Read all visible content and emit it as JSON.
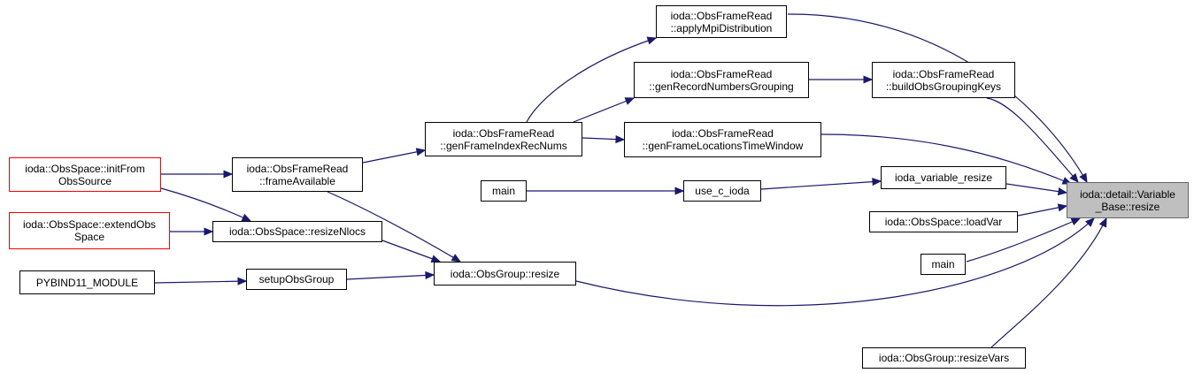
{
  "colors": {
    "edge": "#191970",
    "border": "#000000",
    "truncated": "#ff0000",
    "root_fill": "#bfbfbf"
  },
  "nodes": [
    {
      "id": "root",
      "lines": [
        "ioda::detail::Variable",
        "_Base::resize"
      ]
    },
    {
      "id": "applyMpi",
      "lines": [
        "ioda::ObsFrameRead",
        "::applyMpiDistribution"
      ]
    },
    {
      "id": "genRecGroup",
      "lines": [
        "ioda::ObsFrameRead",
        "::genRecordNumbersGrouping"
      ]
    },
    {
      "id": "buildKeys",
      "lines": [
        "ioda::ObsFrameRead",
        "::buildObsGroupingKeys"
      ]
    },
    {
      "id": "genFrameIdx",
      "lines": [
        "ioda::ObsFrameRead",
        "::genFrameIndexRecNums"
      ]
    },
    {
      "id": "genFrameLoc",
      "lines": [
        "ioda::ObsFrameRead",
        "::genFrameLocationsTimeWindow"
      ]
    },
    {
      "id": "frameAvail",
      "lines": [
        "ioda::ObsFrameRead",
        "::frameAvailable"
      ]
    },
    {
      "id": "initFrom",
      "lines": [
        "ioda::ObsSpace::initFrom",
        "ObsSource"
      ]
    },
    {
      "id": "extendObs",
      "lines": [
        "ioda::ObsSpace::extendObs",
        "Space"
      ]
    },
    {
      "id": "resizeNlocs",
      "lines": [
        "ioda::ObsSpace::resizeNlocs"
      ]
    },
    {
      "id": "main1",
      "lines": [
        "main"
      ]
    },
    {
      "id": "useC",
      "lines": [
        "use_c_ioda"
      ]
    },
    {
      "id": "iodaVarResize",
      "lines": [
        "ioda_variable_resize"
      ]
    },
    {
      "id": "loadVar",
      "lines": [
        "ioda::ObsSpace::loadVar"
      ]
    },
    {
      "id": "main2",
      "lines": [
        "main"
      ]
    },
    {
      "id": "pybind",
      "lines": [
        "PYBIND11_MODULE"
      ]
    },
    {
      "id": "setupObs",
      "lines": [
        "setupObsGroup"
      ]
    },
    {
      "id": "obsGroupResize",
      "lines": [
        "ioda::ObsGroup::resize"
      ]
    },
    {
      "id": "resizeVars",
      "lines": [
        "ioda::ObsGroup::resizeVars"
      ]
    }
  ]
}
